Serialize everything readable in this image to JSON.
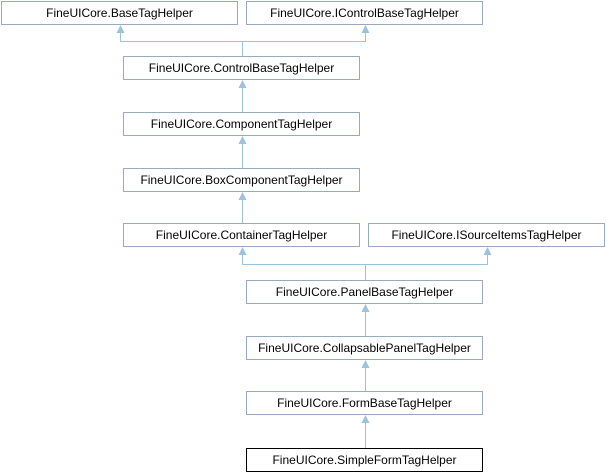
{
  "nodes": {
    "base": "FineUICore.BaseTagHelper",
    "icontrol": "FineUICore.IControlBaseTagHelper",
    "controlbase": "FineUICore.ControlBaseTagHelper",
    "component": "FineUICore.ComponentTagHelper",
    "boxcomponent": "FineUICore.BoxComponentTagHelper",
    "container": "FineUICore.ContainerTagHelper",
    "isourceitems": "FineUICore.ISourceItemsTagHelper",
    "panelbase": "FineUICore.PanelBaseTagHelper",
    "collapsable": "FineUICore.CollapsablePanelTagHelper",
    "formbase": "FineUICore.FormBaseTagHelper",
    "simpleform": "FineUICore.SimpleFormTagHelper"
  },
  "edges": [
    [
      "controlbase",
      "base"
    ],
    [
      "controlbase",
      "icontrol"
    ],
    [
      "component",
      "controlbase"
    ],
    [
      "boxcomponent",
      "component"
    ],
    [
      "container",
      "boxcomponent"
    ],
    [
      "panelbase",
      "container"
    ],
    [
      "panelbase",
      "isourceitems"
    ],
    [
      "collapsable",
      "panelbase"
    ],
    [
      "formbase",
      "collapsable"
    ],
    [
      "simpleform",
      "formbase"
    ]
  ],
  "colors": {
    "edge": "#9cc3dd",
    "node_border": "#9aa9c2",
    "current_border": "#000000"
  }
}
